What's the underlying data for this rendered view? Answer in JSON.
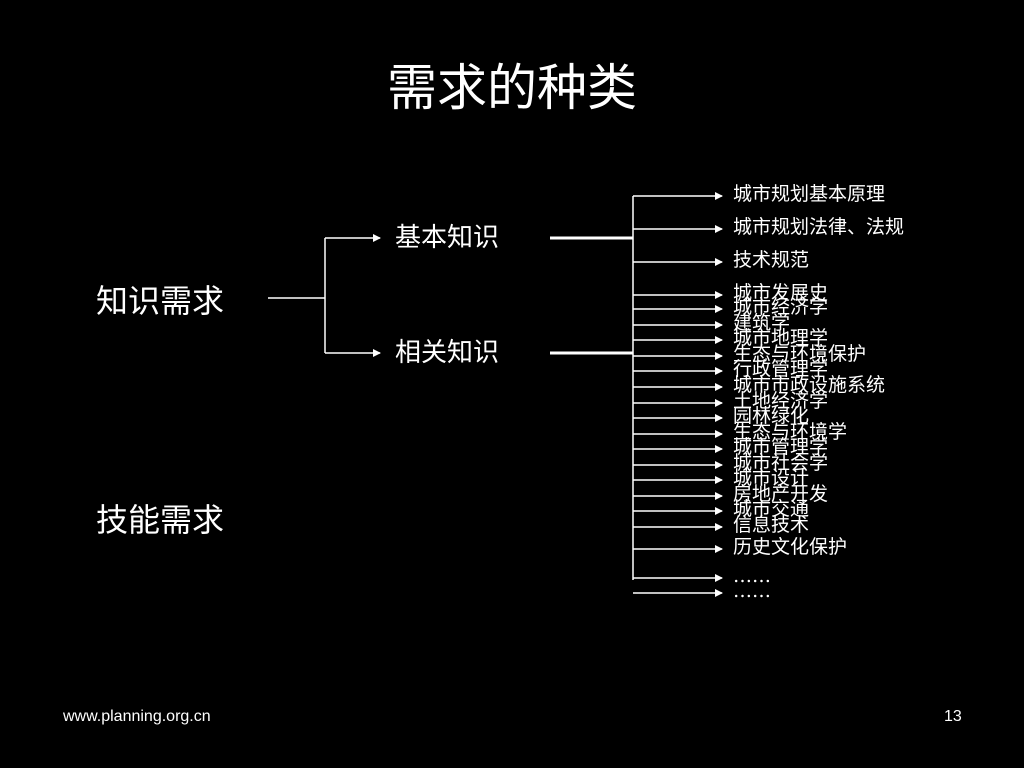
{
  "slide": {
    "title": "需求的种类",
    "categories": {
      "knowledge": "知识需求",
      "skill": "技能需求"
    },
    "subcategories": {
      "basic": "基本知识",
      "related": "相关知识"
    },
    "items": [
      "城市规划基本原理",
      "城市规划法律、法规",
      "技术规范",
      "城市发展史",
      "城市经济学",
      "建筑学",
      "城市地理学",
      "生态与环境保护",
      "行政管理学",
      "城市市政设施系统",
      "土地经济学",
      "园林绿化",
      "生态与环境学",
      "城市管理学",
      "城市社会学",
      "城市设计",
      "房地产开发",
      "城市交通",
      "信息技术",
      "历史文化保护",
      "……",
      "……"
    ],
    "footer": {
      "url": "www.planning.org.cn",
      "page": "13"
    }
  },
  "colors": {
    "background": "#000000",
    "foreground": "#ffffff"
  }
}
